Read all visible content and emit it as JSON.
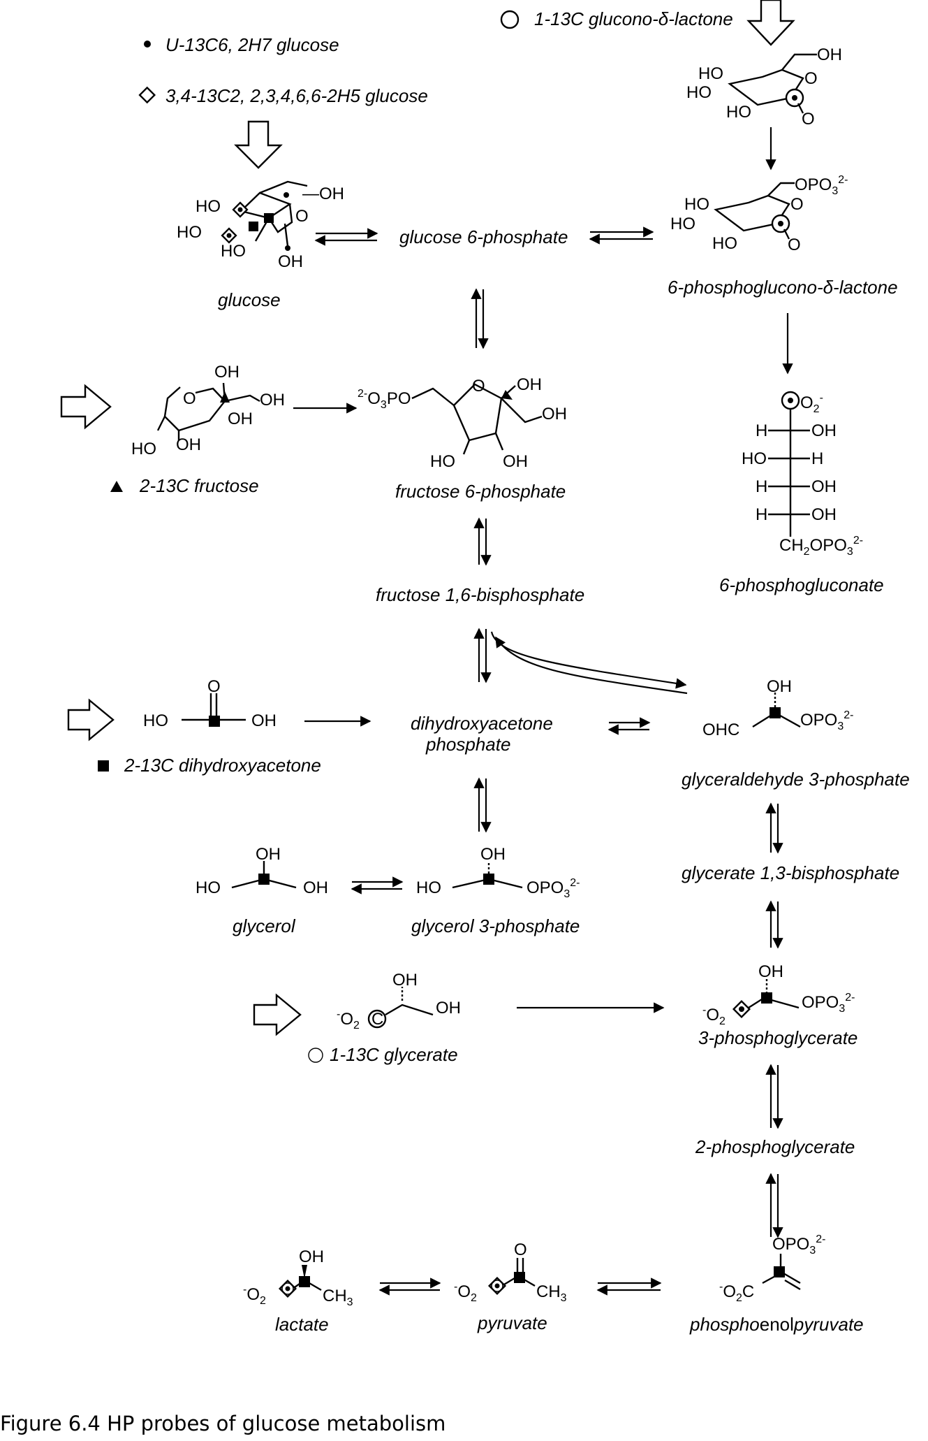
{
  "legend": {
    "glucose_labels": [
      "U-13C6, 2H7 glucose",
      "3,4-13C2, 2,3,4,6,6-2H5 glucose"
    ],
    "gluconolactone_label": "1-13C glucono-δ-lactone",
    "fructose_label": "2-13C fructose",
    "dha_label": "2-13C dihydroxyacetone",
    "glycerate_label": "1-13C glycerate"
  },
  "metabolites": {
    "glucose": "glucose",
    "glucose_6_phosphate": "glucose 6-phosphate",
    "phosphogluconolactone": "6-phosphoglucono-δ-lactone",
    "fructose_6_phosphate": "fructose 6-phosphate",
    "phosphogluconate": "6-phosphogluconate",
    "fructose_bisphosphate": "fructose 1,6-bisphosphate",
    "dhap_line1": "dihydroxyacetone",
    "dhap_line2": "phosphate",
    "glyceraldehyde_3_phosphate": "glyceraldehyde 3-phosphate",
    "glycerol": "glycerol",
    "glycerol_3_phosphate": "glycerol 3-phosphate",
    "glycerate_bisphosphate": "glycerate 1,3-bisphosphate",
    "phosphoglycerate_3": "3-phosphoglycerate",
    "phosphoglycerate_2": "2-phosphoglycerate",
    "lactate": "lactate",
    "pyruvate": "pyruvate",
    "pep_prefix": "phospho",
    "pep_mid": "enol",
    "pep_suffix": "pyruvate"
  },
  "caption": "Figure 6.4  HP probes of glucose metabolism",
  "colors": {
    "ink": "#000000",
    "background": "#ffffff"
  }
}
